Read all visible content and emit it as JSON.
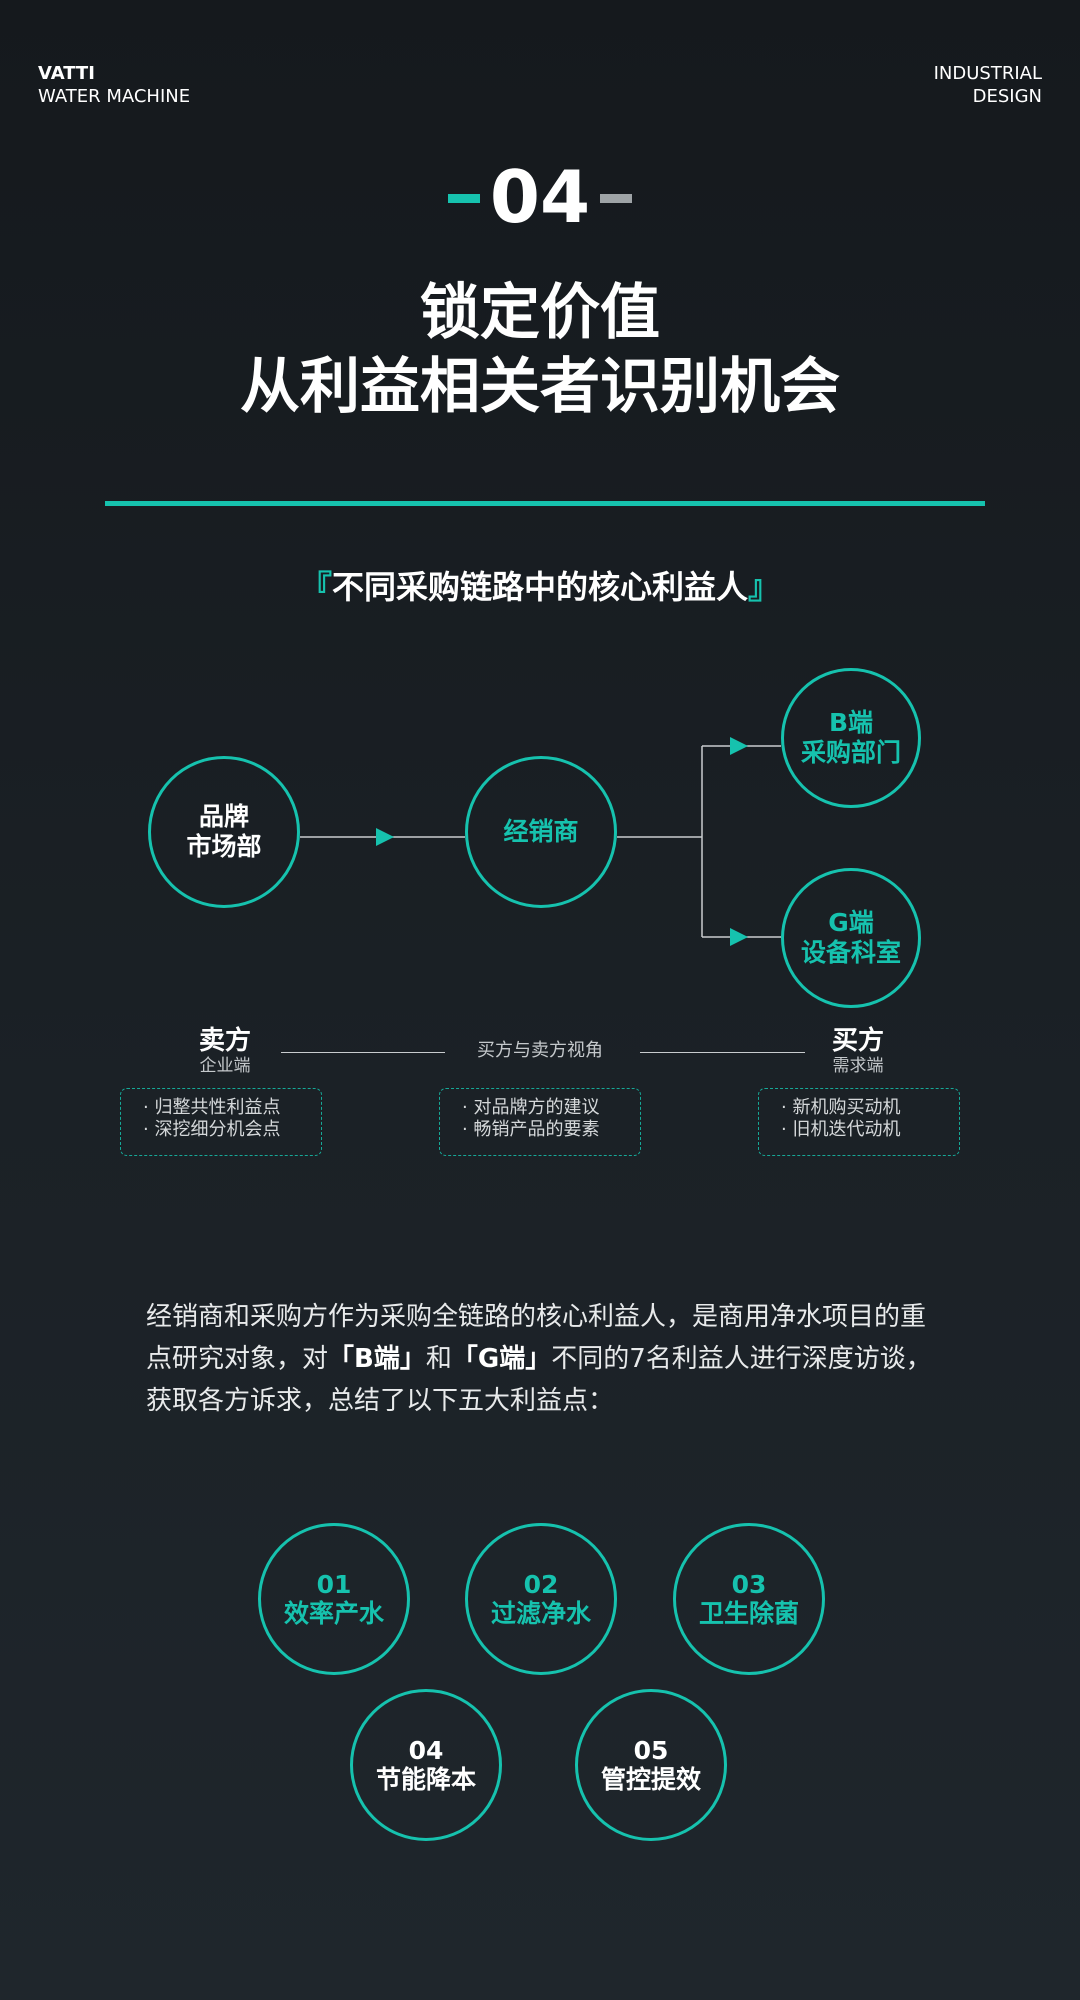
{
  "header": {
    "brand_line1": "VATTI",
    "brand_line2": "WATER MACHINE",
    "category_line1": "INDUSTRIAL",
    "category_line2": "DESIGN"
  },
  "section": {
    "number": "04",
    "title_line1": "锁定价值",
    "title_line2": "从利益相关者识别机会"
  },
  "subtitle": {
    "open": "『",
    "text": "不同采购链路中的核心利益人",
    "close": "』"
  },
  "flow": {
    "brand_line1": "品牌",
    "brand_line2": "市场部",
    "dealer": "经销商",
    "b_line1": "B端",
    "b_line2": "采购部门",
    "g_line1": "G端",
    "g_line2": "设备科室"
  },
  "roles": {
    "seller_title": "卖方",
    "seller_sub": "企业端",
    "perspective": "买方与卖方视角",
    "buyer_title": "买方",
    "buyer_sub": "需求端"
  },
  "notes": [
    {
      "line1": "· 归整共性利益点",
      "line2": "· 深挖细分机会点"
    },
    {
      "line1": "· 对品牌方的建议",
      "line2": "· 畅销产品的要素"
    },
    {
      "line1": "· 新机购买动机",
      "line2": "· 旧机迭代动机"
    }
  ],
  "paragraph": {
    "part1": "经销商和采购方作为采购全链路的核心利益人，是商用净水项目的重点研究对象，对",
    "b_term": "「B端」",
    "part2": "和",
    "g_term": "「G端」",
    "part3": "不同的7名利益人进行深度访谈，获取各方诉求，总结了以下五大利益点："
  },
  "points": [
    {
      "num": "01",
      "label": "效率产水"
    },
    {
      "num": "02",
      "label": "过滤净水"
    },
    {
      "num": "03",
      "label": "卫生除菌"
    },
    {
      "num": "04",
      "label": "节能降本"
    },
    {
      "num": "05",
      "label": "管控提效"
    }
  ],
  "colors": {
    "accent": "#16c2ae",
    "background": "#181d22",
    "text": "#ffffff"
  }
}
